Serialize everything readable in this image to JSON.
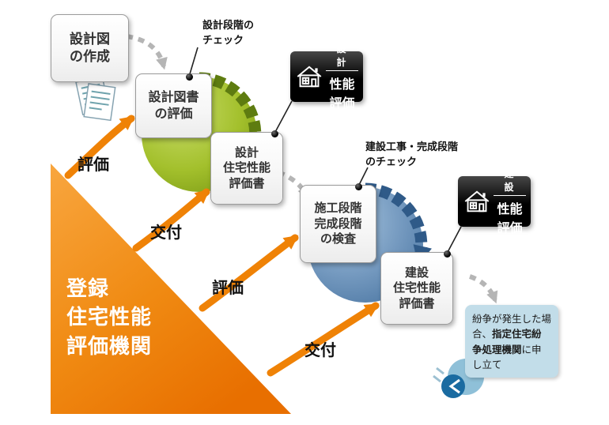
{
  "colors": {
    "orange": "#ef8206",
    "green_circle": "#9ebe2e",
    "green_arrow": "#5e7c10",
    "blue_circle": "#6c97bf",
    "blue_arrow": "#2f5a88",
    "gray_arrow": "#b5b5b5",
    "badge_bg": "#000000",
    "dispute_bg": "#c2dde9"
  },
  "nodes": {
    "create_drawings": {
      "label": "設計図\nの作成"
    },
    "evaluate_documents": {
      "label": "設計図書\nの評価"
    },
    "design_report": {
      "label": "設計\n住宅性能\n評価書"
    },
    "inspection": {
      "label": "施工段階\n完成段階\nの検査"
    },
    "construction_report": {
      "label": "建設\n住宅性能\n評価書"
    }
  },
  "annotations": {
    "design_check": "設計段階の\nチェック",
    "construction_check": "建設工事・完成段階\nのチェック"
  },
  "badges": {
    "design": {
      "category": "設　計",
      "label": "性能評価"
    },
    "construction": {
      "category": "建　設",
      "label": "性能評価"
    }
  },
  "agency": {
    "label": "登録\n住宅性能\n評価機関"
  },
  "flow_labels": {
    "evaluate_design": "評価",
    "issue_design": "交付",
    "evaluate_construction": "評価",
    "issue_construction": "交付"
  },
  "dispute": {
    "pre": "紛争が発生した場合、",
    "bold": "指定住宅紛争処理機関",
    "post": "に申し立て"
  }
}
